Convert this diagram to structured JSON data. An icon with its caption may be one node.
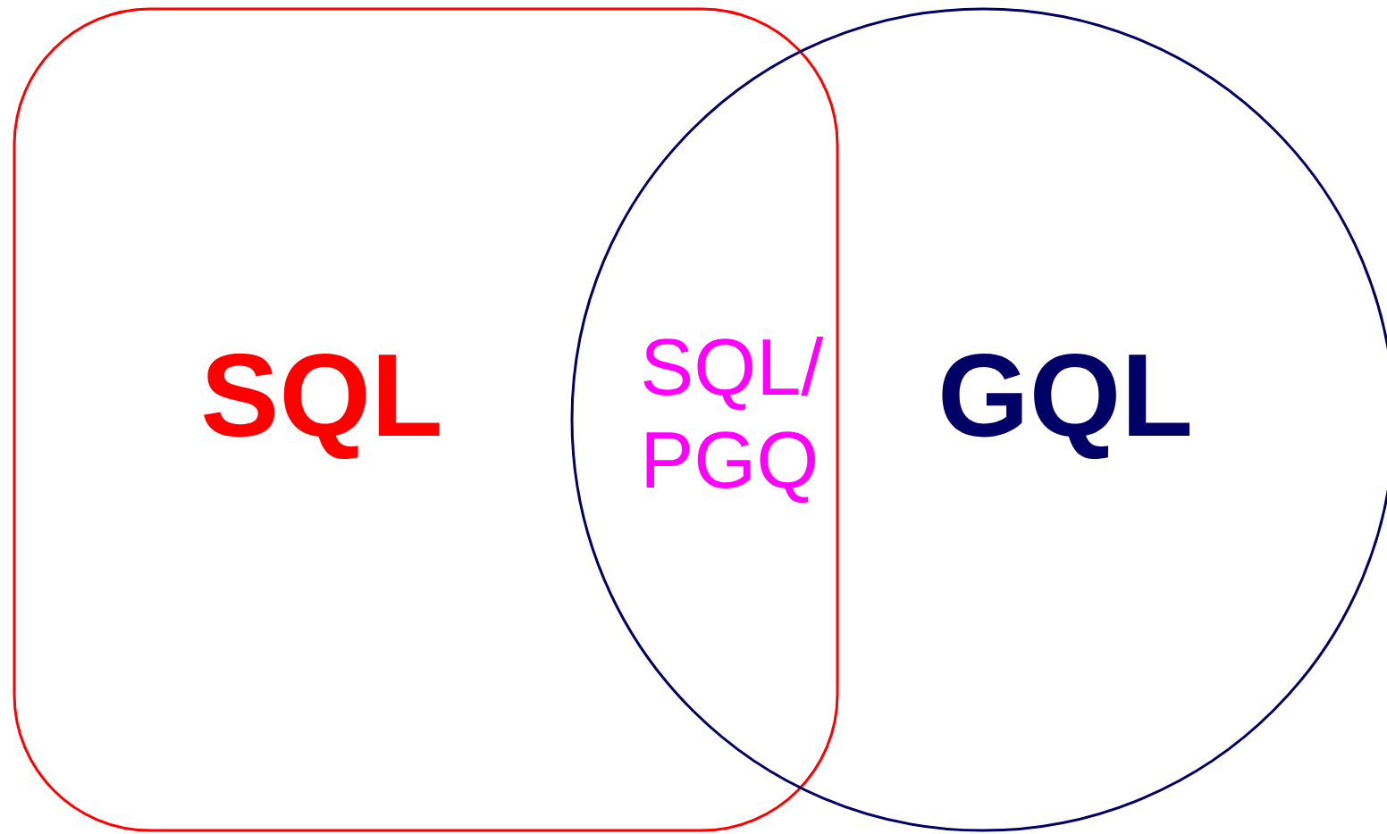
{
  "diagram": {
    "nodes": [
      {
        "text": [
          "SQL"
        ]
      },
      {
        "text": [
          "GQL"
        ]
      }
    ],
    "labels": [
      "SQL/ PGQ"
    ]
  }
}
